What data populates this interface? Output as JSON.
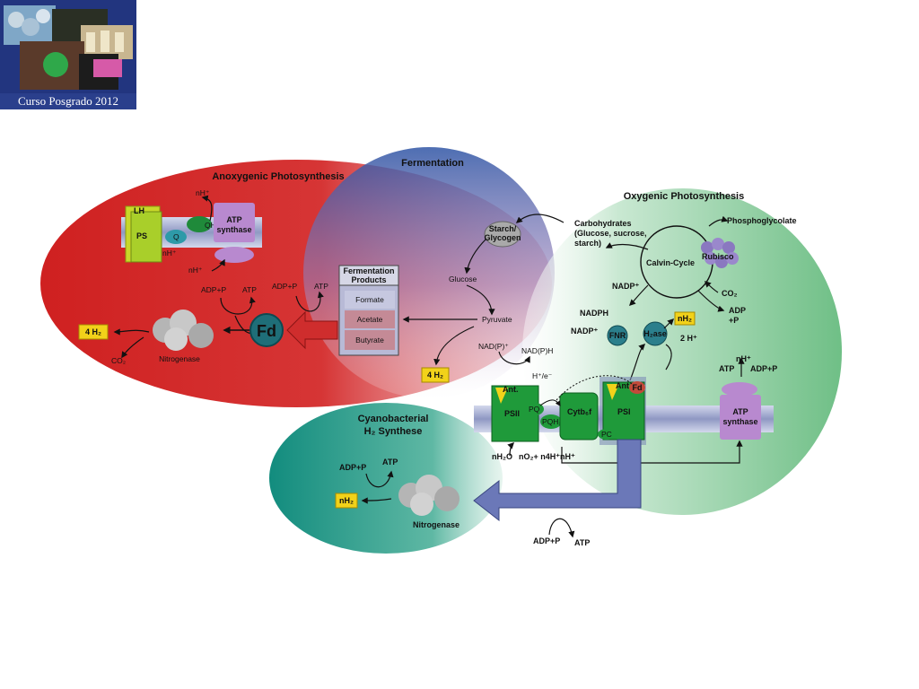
{
  "header": {
    "course_label": "Curso Posgrado 2012"
  },
  "regions": {
    "anoxygenic": "Anoxygenic Photosynthesis",
    "fermentation": "Fermentation",
    "oxygenic": "Oxygenic Photosynthesis",
    "cyanobacterial_line1": "Cyanobacterial",
    "cyanobacterial_line2": "H₂ Synthese"
  },
  "anoxygenic": {
    "lh": "LH",
    "ps": "PS",
    "qh2": "QH₂",
    "q": "Q",
    "atp_synthase_1": "ATP",
    "atp_synthase_2": "synthase",
    "nh_top": "nH⁺",
    "nh_bottom": "nH⁺",
    "nh_mid": "nH⁺",
    "adp_p": "ADP+P",
    "atp": "ATP",
    "adp_p_2": "ADP+P",
    "atp_2": "ATP",
    "fd": "Fd",
    "h2": "4 H₂",
    "co2": "CO₂",
    "nitrogenase": "Nitrogenase"
  },
  "fermentation_box": {
    "title_1": "Fermentation",
    "title_2": "Products",
    "formate": "Formate",
    "acetate": "Acetate",
    "butyrate": "Butyrate"
  },
  "fermentation": {
    "starch_1": "Starch/",
    "starch_2": "Glycogen",
    "glucose": "Glucose",
    "pyruvate": "Pyruvate",
    "nad_p": "NAD(P)⁺",
    "nadph": "NAD(P)H",
    "h_e": "H⁺/e⁻",
    "h2": "4 H₂"
  },
  "oxygenic": {
    "carb_1": "Carbohydrates",
    "carb_2": "(Glucose, sucrose,",
    "carb_3": "starch)",
    "phosphoglycolate": "Phosphoglycolate",
    "calvin": "Calvin-Cycle",
    "rubisco": "Rubisco",
    "nadp": "NADP⁺",
    "co2": "CO₂",
    "adp_p_1": "ADP",
    "adp_p_2": "+P",
    "nadph": "NADPH",
    "nadp_2": "NADP⁺",
    "fnr": "FNR",
    "h2ase": "H₂ase",
    "nh2": "nH₂",
    "two_h": "2 H⁺",
    "nh": "nH⁺",
    "atp": "ATP",
    "adp_p_3": "ADP+P",
    "ant_1": "Ant.",
    "psii": "PSII",
    "pq": "PQ",
    "pqh2": "PQH₂",
    "cytb6f": "Cytb₆f",
    "ant_2": "Ant.",
    "psi": "PSI",
    "fd": "Fd",
    "pc": "PC",
    "atp_synth_1": "ATP",
    "atp_synth_2": "synthase",
    "h2o": "nH₂O",
    "o2": "nO₂+ n4H⁺",
    "nh_out": "nH⁺"
  },
  "cyano": {
    "adp_p": "ADP+P",
    "atp": "ATP",
    "nh2": "nH₂",
    "nitrogenase": "Nitrogenase"
  },
  "bottom": {
    "adp_p": "ADP+P",
    "atp": "ATP"
  },
  "colors": {
    "anoxygenic": "#d42a2a",
    "fermentation": "#3a5aa8",
    "oxygenic": "#8cc9a0",
    "cyanobacterial": "#1f9a8a",
    "membrane": "#9aa3c9",
    "thylakoid_green": "#1f9a3a",
    "purple": "#b58ac9",
    "yellow_box": "#f2d21a"
  }
}
